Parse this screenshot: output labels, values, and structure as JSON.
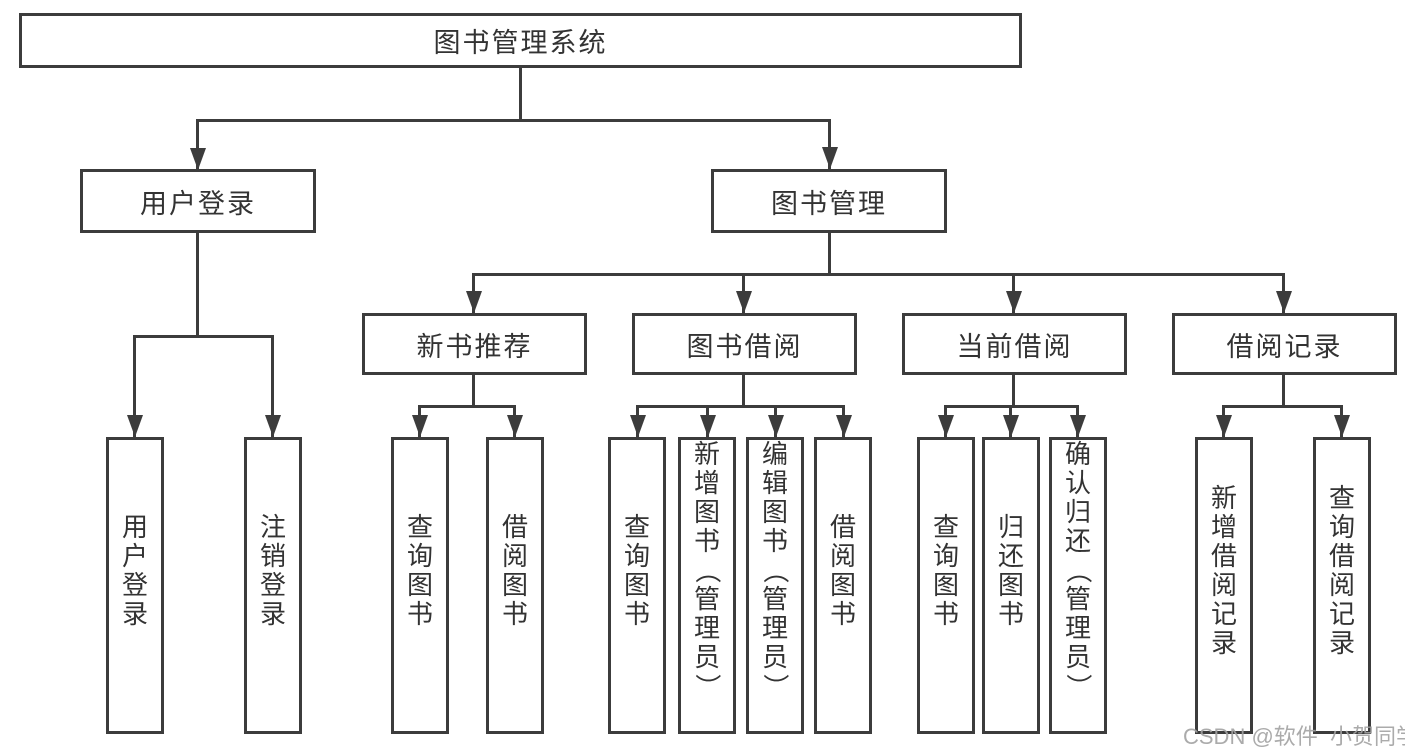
{
  "root": {
    "label": "图书管理系统"
  },
  "level2": {
    "login": {
      "label": "用户登录"
    },
    "manage": {
      "label": "图书管理"
    }
  },
  "level3": {
    "recommend": {
      "label": "新书推荐"
    },
    "borrow": {
      "label": "图书借阅"
    },
    "current": {
      "label": "当前借阅"
    },
    "records": {
      "label": "借阅记录"
    }
  },
  "leaves": {
    "login": [
      {
        "label": "用户登录"
      },
      {
        "label": "注销登录"
      }
    ],
    "recommend": [
      {
        "label": "查询图书"
      },
      {
        "label": "借阅图书"
      }
    ],
    "borrow": [
      {
        "label": "查询图书"
      },
      {
        "label": "新增图书（管理员）"
      },
      {
        "label": "编辑图书（管理员）"
      },
      {
        "label": "借阅图书"
      }
    ],
    "current": [
      {
        "label": "查询图书"
      },
      {
        "label": "归还图书"
      },
      {
        "label": "确认归还（管理员）"
      }
    ],
    "records": [
      {
        "label": "新增借阅记录"
      },
      {
        "label": "查询借阅记录"
      }
    ]
  },
  "watermark": {
    "text": "CSDN @软件_小贺同学"
  },
  "colors": {
    "line": "#3c3c3c",
    "text": "#333333",
    "background": "#ffffff",
    "watermark": "#a3a3a3"
  }
}
